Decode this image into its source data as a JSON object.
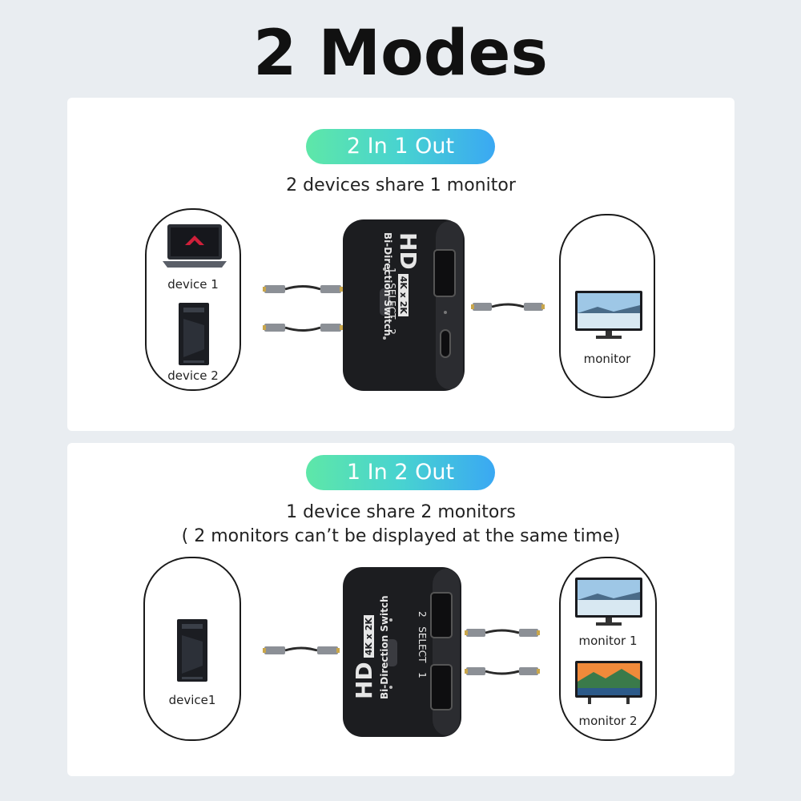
{
  "title": "2 Modes",
  "mode1": {
    "pill": "2 In 1 Out",
    "subtitle": "2 devices share 1 monitor",
    "labels": {
      "device1": "device 1",
      "device2": "device 2",
      "monitor": "monitor"
    }
  },
  "mode2": {
    "pill": "1 In 2 Out",
    "subtitle_line1": "1 device share 2 monitors",
    "subtitle_line2": "( 2 monitors can’t be displayed at the same time)",
    "labels": {
      "device1": "device1",
      "monitor1": "monitor 1",
      "monitor2": "monitor 2"
    }
  },
  "switch_text": {
    "logo": "HD",
    "res": "4K x 2K",
    "name": "Bi-Direction Switch",
    "select": "SELECT",
    "port1": "1",
    "port2": "2"
  },
  "icons": [
    "laptop-icon",
    "pc-tower-icon",
    "monitor-icon",
    "hdmi-cable-icon",
    "hdmi-port-icon",
    "usb-c-port-icon",
    "select-button-icon"
  ]
}
